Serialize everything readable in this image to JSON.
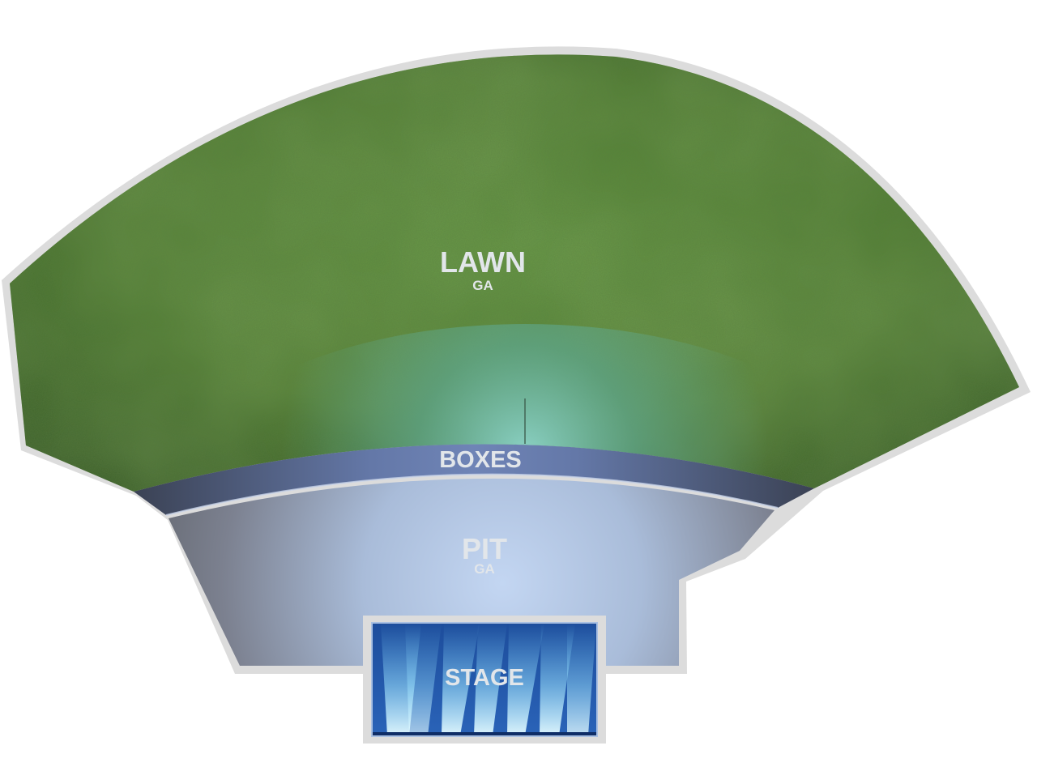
{
  "sections": {
    "lawn": {
      "label": "LAWN",
      "sublabel": "GA"
    },
    "boxes": {
      "label": "BOXES"
    },
    "pit": {
      "label": "PIT",
      "sublabel": "GA"
    },
    "stage": {
      "label": "STAGE"
    }
  },
  "colors": {
    "outline": "#dcdcdc",
    "lawn_dark": "#3d6628",
    "lawn_light": "#5a8a3a",
    "lawn_glow": "#5fae9e",
    "boxes": "#5a6f9a",
    "boxes_dark": "#3a4356",
    "pit_light": "#b8cce8",
    "pit_dark": "#6f7480",
    "stage": "#1e4fa0",
    "stage_light": "#8fe0ff",
    "label": "#e2e6ea"
  }
}
